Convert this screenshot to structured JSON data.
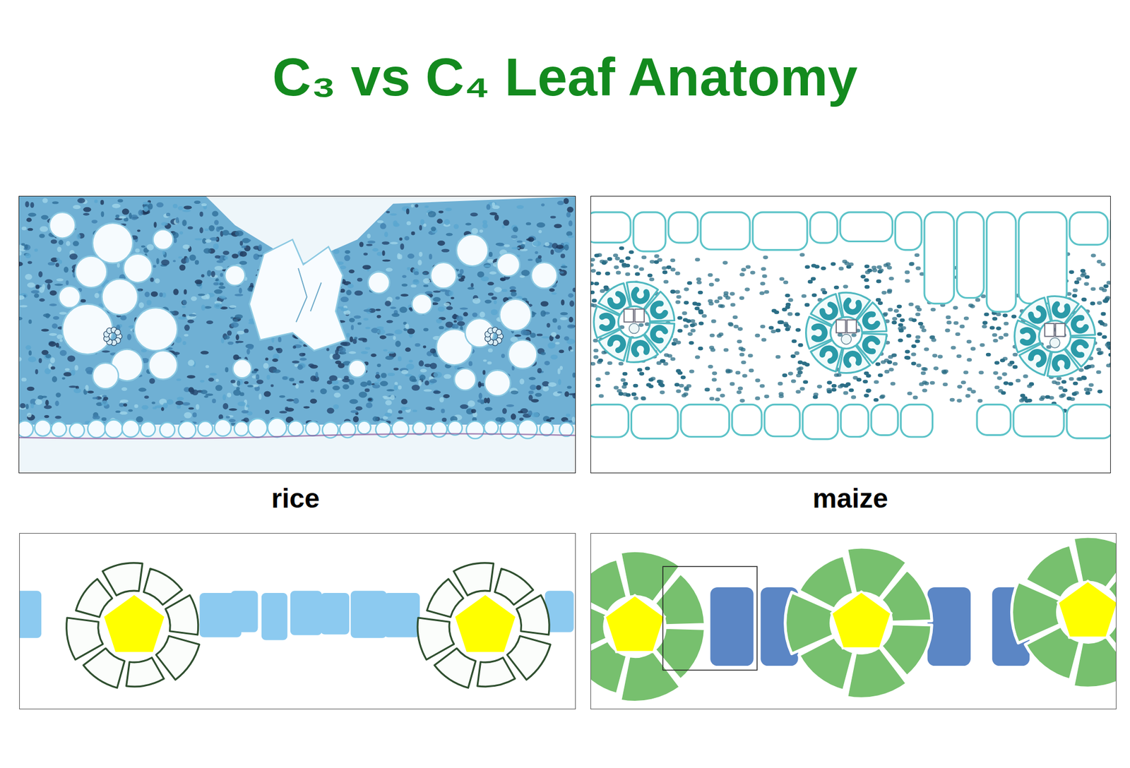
{
  "diagram": {
    "title": "C₃ vs C₄ Leaf Anatomy",
    "labels": [
      "rice",
      "maize"
    ]
  }
}
